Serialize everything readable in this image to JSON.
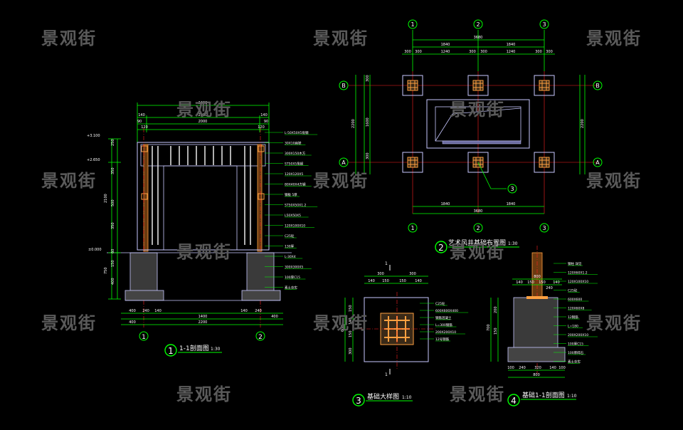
{
  "watermark": "景观街",
  "colors": {
    "background": "#000000",
    "dimension": "#00ff00",
    "structure": "#ffffff",
    "wall": "#c8c8ff",
    "post": "#ffa040",
    "gridline": "#ff2020",
    "axis_bubble": "#00ff00",
    "title": "#ffffff",
    "leader": "#00ffff"
  },
  "drawing1": {
    "number": "1",
    "title": "1-1剖面图",
    "scale": "1:30",
    "top_dims": [
      "2400",
      "140",
      "2200",
      "140",
      "90",
      "2000",
      "90",
      "120",
      "120"
    ],
    "left_elevations": [
      "+3.100",
      "+2.650",
      "±0.000"
    ],
    "left_dims": [
      "250",
      "350",
      "2100",
      "500",
      "350",
      "60",
      "750",
      "150",
      "400"
    ],
    "bottom_dims": [
      "400",
      "240",
      "140",
      "1400",
      "140",
      "240",
      "400",
      "2200",
      "400"
    ],
    "axes": [
      "1",
      "2"
    ],
    "notes": [
      "L-50X50X5角钢",
      "30X10扁铁",
      "300X150木方",
      "ST50X5角钢",
      "120X120X5",
      "80X40X4方钢",
      "钢板 5厚",
      "ST50X50X1.2",
      "L50X50X5",
      "120X100X10",
      "C25砼",
      "130厚",
      "L-30X4",
      "300X300X5",
      "100厚C15",
      "素土夯实"
    ]
  },
  "drawing2": {
    "number": "2",
    "title": "艺术风井基础布置图",
    "scale": "1:30",
    "axes_top": [
      "1",
      "2",
      "3"
    ],
    "axes_bottom": [
      "1",
      "2",
      "3"
    ],
    "axes_side": [
      "A",
      "B"
    ],
    "top_dims": [
      "3680",
      "1840",
      "1840",
      "300",
      "300",
      "1240",
      "300",
      "300",
      "1240",
      "300",
      "300"
    ],
    "bottom_dims": [
      "1840",
      "1840",
      "3680"
    ],
    "left_dims": [
      "300",
      "1600",
      "300",
      "2200"
    ],
    "right_dims": [
      "2200"
    ],
    "callout": "3"
  },
  "drawing3": {
    "number": "3",
    "title": "基础大样图",
    "scale": "1:10",
    "section_marks": [
      "1",
      "1"
    ],
    "top_dims": [
      "300",
      "300",
      "140",
      "150",
      "150",
      "140"
    ],
    "left_dims": [
      "150",
      "140",
      "150",
      "600",
      "300"
    ],
    "notes": [
      "C25砼",
      "600X600X400",
      "钢筋混凝土",
      "L=300钢筋",
      "200X200X10",
      "12号钢筋"
    ]
  },
  "drawing4": {
    "number": "4",
    "title": "基础1-1剖面图",
    "scale": "1:10",
    "top_dims": [
      "800",
      "140",
      "150",
      "150",
      "240",
      "140"
    ],
    "left_dims": [
      "200",
      "150",
      "700"
    ],
    "bottom_dims": [
      "100",
      "240",
      "320",
      "140",
      "100",
      "800"
    ],
    "notes": [
      "钢柱 详见",
      "120X60X1.2",
      "120X100X10",
      "C25砼",
      "600X600",
      "120X60X8",
      "12钢筋",
      "L=180",
      "200X200X10",
      "100厚C15",
      "100厚碎石",
      "素土夯实"
    ]
  }
}
